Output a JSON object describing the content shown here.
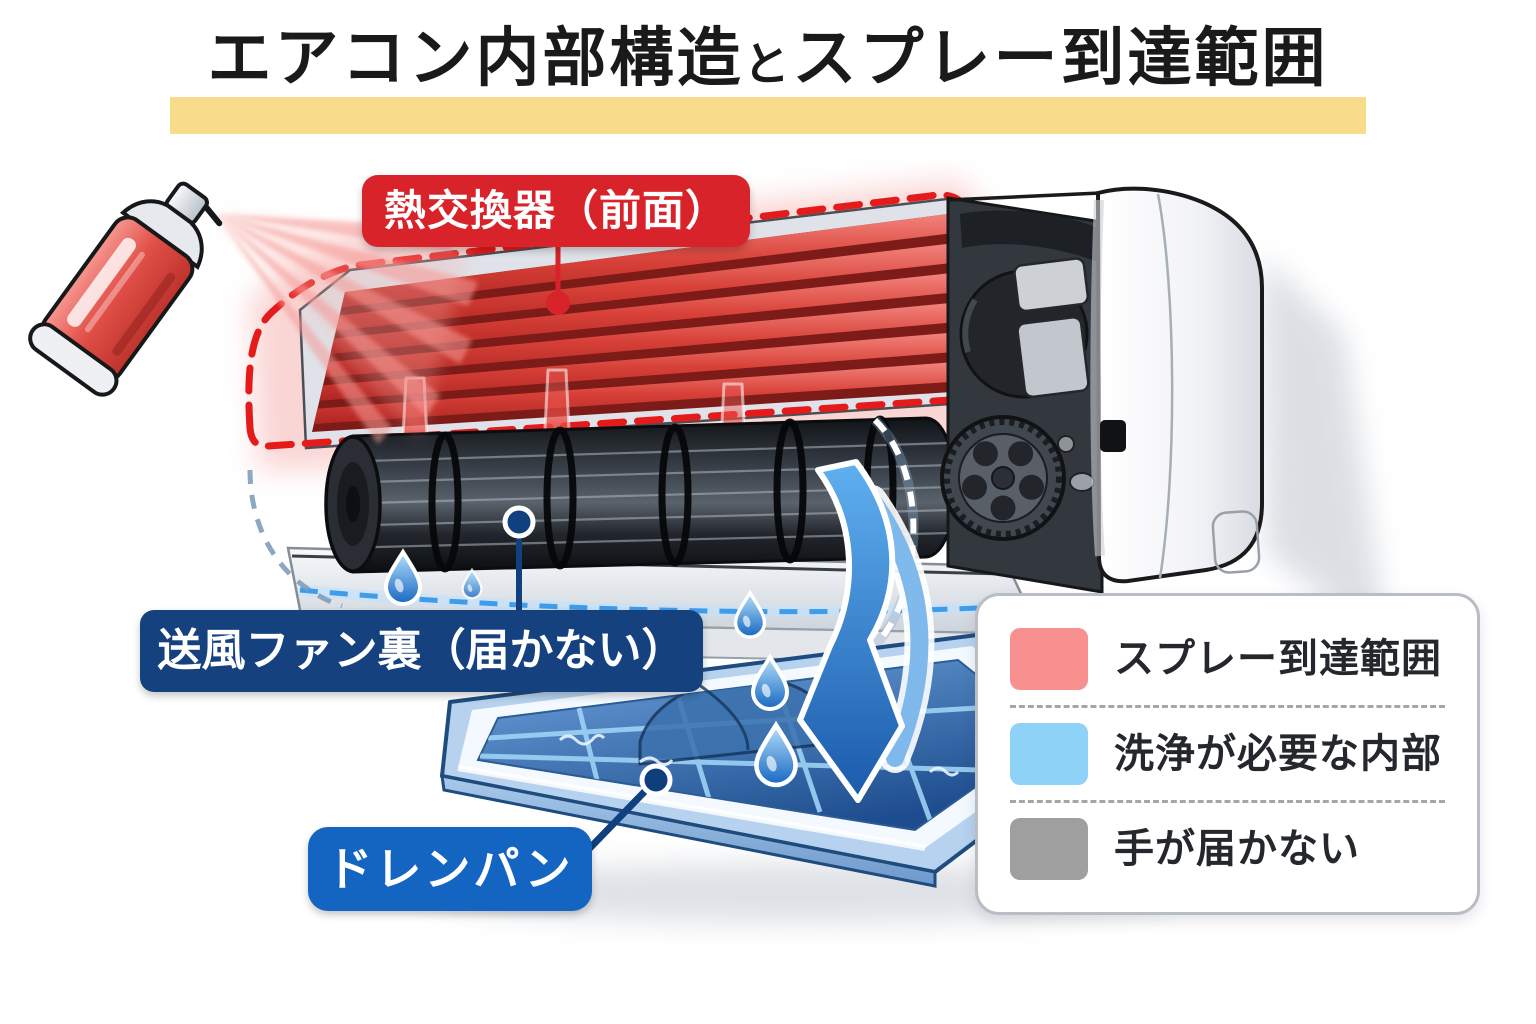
{
  "title": {
    "part1": "エアコン内部構造",
    "particle": "と",
    "part2": "スプレー到達範囲"
  },
  "callouts": {
    "heat_exchanger": {
      "label": "熱交換器（前面）",
      "color": "#d8232a"
    },
    "fan_back": {
      "label": "送風ファン裏（届かない）",
      "color": "#16417f"
    },
    "drain_pan": {
      "label": "ドレンパン",
      "color": "#1465c2"
    }
  },
  "legend": {
    "items": [
      {
        "name": "spray-reach-range",
        "label": "スプレー到達範囲",
        "color": "#f7908f"
      },
      {
        "name": "interior-needs-clean",
        "label": "洗浄が必要な内部",
        "color": "#8ed3f7"
      },
      {
        "name": "out-of-reach",
        "label": "手が届かない",
        "color": "#9f9f9f"
      }
    ]
  },
  "colors": {
    "title_highlight": "#f8dc8c",
    "background": "#ffffff",
    "spray_dashed_outline": "#e51a1a",
    "water_dashed_outline": "#3f9ce8",
    "pointer_navy": "#10407e"
  }
}
